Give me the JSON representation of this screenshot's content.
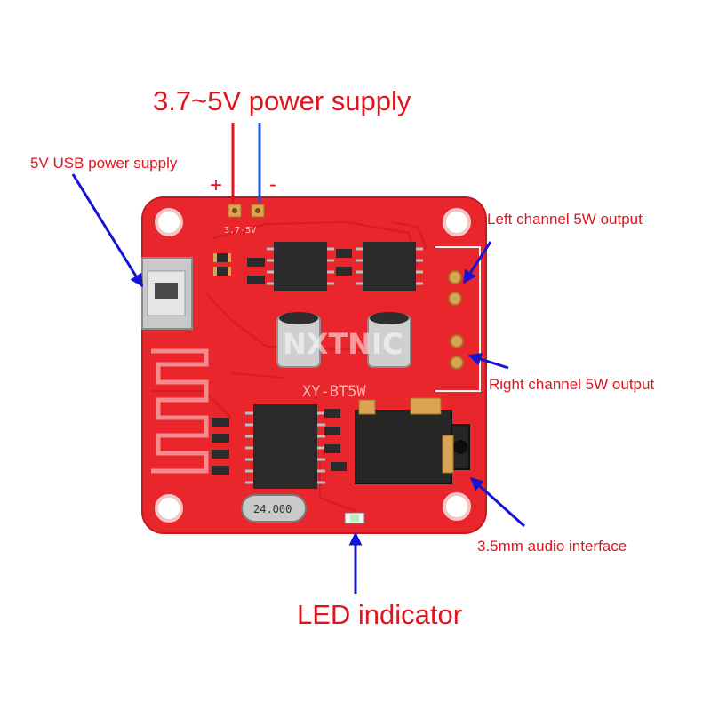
{
  "labels": {
    "power_supply": "3.7~5V power supply",
    "usb_power": "5V USB power supply",
    "left_channel": "Left channel 5W output",
    "right_channel": "Right channel 5W output",
    "audio_interface": "3.5mm audio interface",
    "led_indicator": "LED indicator"
  },
  "terminals": {
    "plus": "+",
    "minus": "-"
  },
  "board": {
    "model": "XY-BT5W",
    "crystal": "24.000",
    "silk_voltage": "3.7-5V",
    "watermark": "NXTNIC"
  },
  "colors": {
    "pcb": "#e8262b",
    "pcb_edge": "#c41a1f",
    "label_text": "#e0141e",
    "arrow": "#1414d2",
    "wire_positive": "#e0141e",
    "wire_negative": "#1a5bd8"
  }
}
